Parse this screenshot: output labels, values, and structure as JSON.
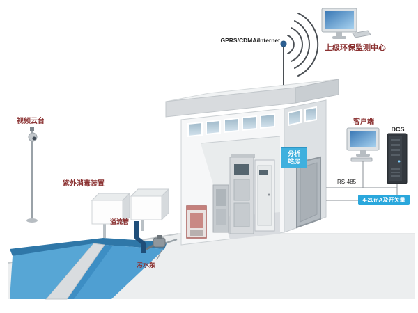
{
  "labels": {
    "gprs": "GPRS/CDMA/Internet",
    "monitoring_center": "上级环保监测中心",
    "client": "客户端",
    "dcs": "DCS",
    "rs485": "RS-485",
    "analog_io": "4-20mA及开关量",
    "station_sign": "分析站房",
    "video_ptz": "视频云台",
    "uv_device": "紫外消毒装置",
    "overflow_pipe": "溢流管",
    "sewage_pump": "污水泵"
  },
  "colors": {
    "label_red": "#8b3232",
    "badge_blue": "#2aa7dc",
    "sign_blue": "#3fb0de",
    "water_blue": "#4f9fd2",
    "water_edge": "#2f77a8",
    "building_wall": "#f6f7f8",
    "roof_gray": "#d8dbde",
    "line_gray": "#8a8f94"
  }
}
